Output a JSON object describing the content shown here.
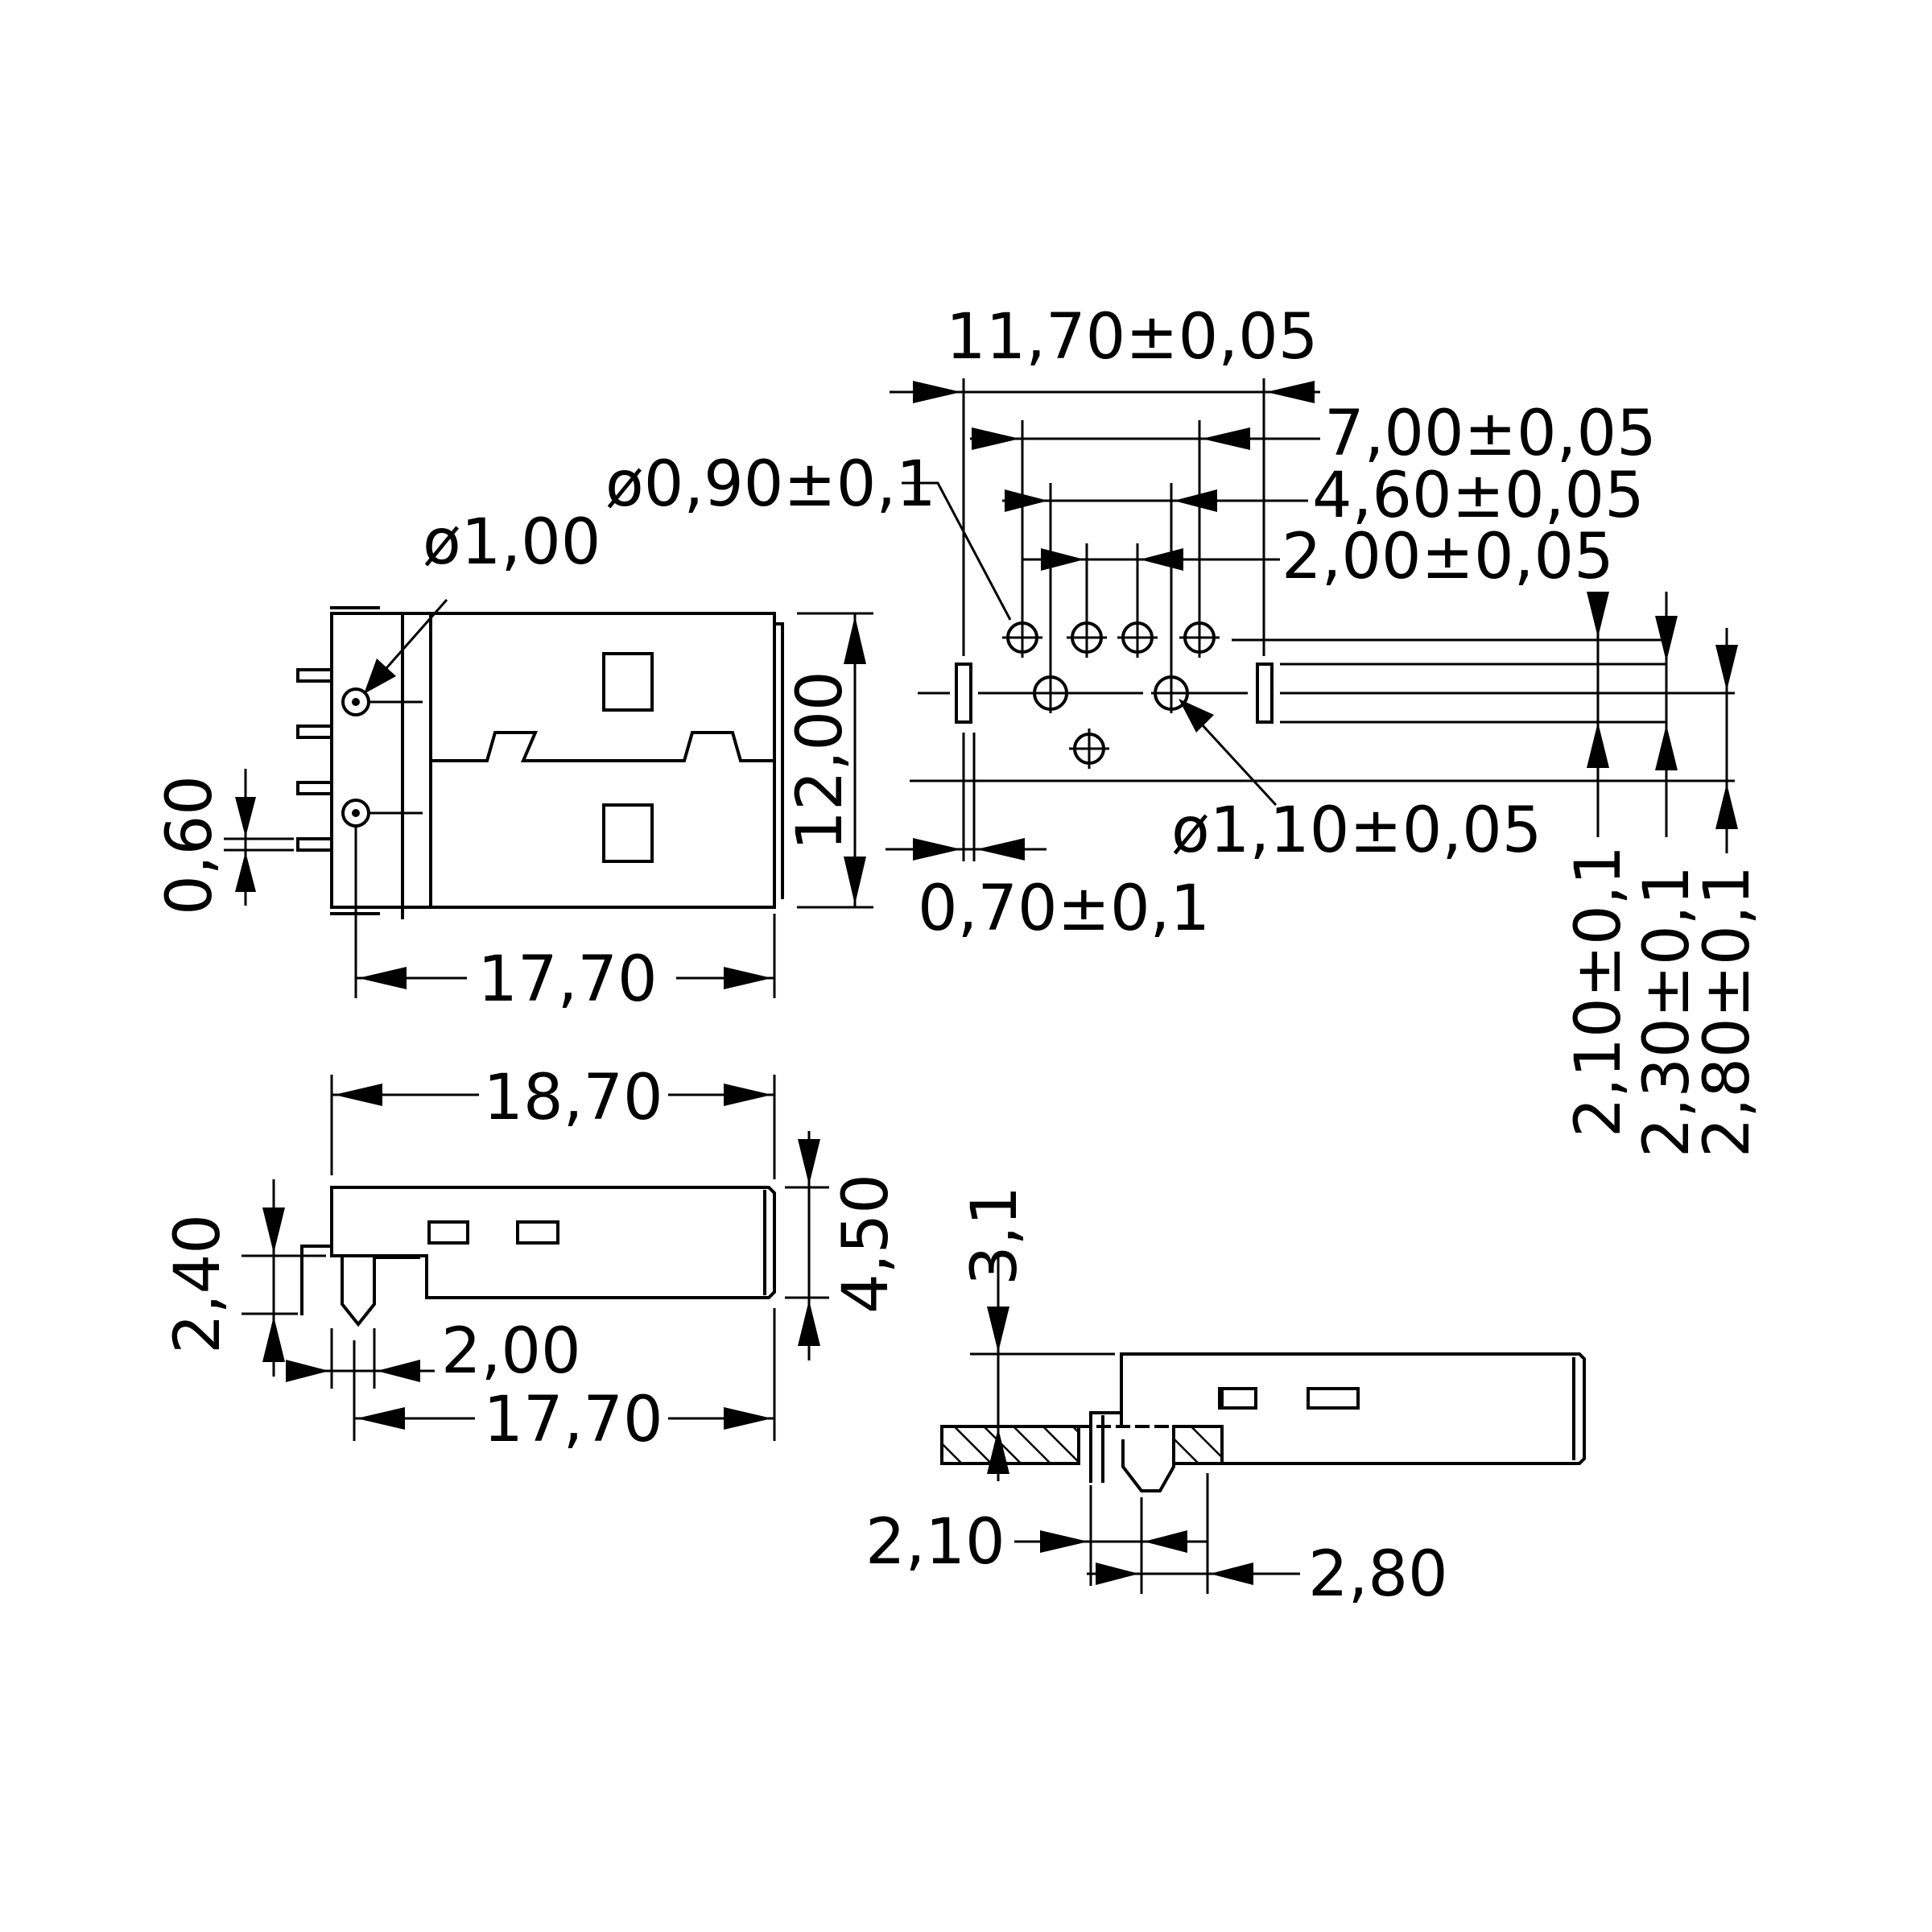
{
  "top_view": {
    "hole_dia": "ø1,00",
    "height": "12,00",
    "pin_thickness": "0,60",
    "length": "17,70"
  },
  "footprint": {
    "overall_pitch": "11,70±0,05",
    "outer_pitch": "7,00±0,05",
    "mid_pitch": "4,60±0,05",
    "inner_pitch": "2,00±0,05",
    "small_hole_dia": "ø0,90±0,1",
    "large_hole_dia": "ø1,10±0,05",
    "slot_width": "0,70±0,1",
    "row_offset_1": "2,10±0,1",
    "row_offset_2": "2,30±0,1",
    "row_offset_3": "2,80±0,1"
  },
  "side_view": {
    "overall_length": "18,70",
    "body_height": "4,50",
    "pin_height": "2,40",
    "pin_pitch": "2,00",
    "length": "17,70"
  },
  "mount_view": {
    "offset_height": "3,1",
    "left_dim": "2,10",
    "right_dim": "2,80"
  }
}
